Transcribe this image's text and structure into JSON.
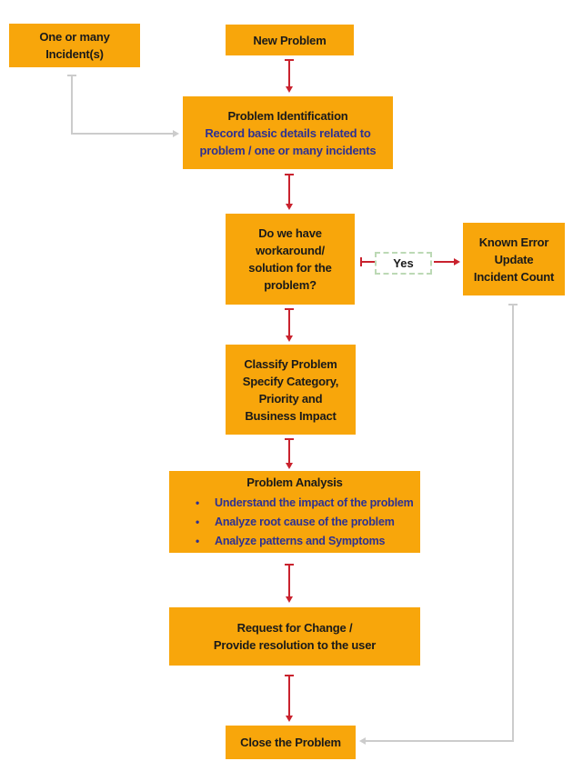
{
  "colors": {
    "box_fill_orange": "#F8A60B",
    "arrow_red": "#C9222E",
    "arrow_gray": "#CCCCCC",
    "text_black": "#1A1A1A",
    "text_blue": "#2E3192",
    "yes_border_green": "#BCD9B5"
  },
  "boxes": {
    "incidents": {
      "lines": [
        "One or many",
        "Incident(s)"
      ]
    },
    "new_problem": {
      "label": "New Problem"
    },
    "identification": {
      "title": "Problem Identification",
      "lines": [
        "Record basic details related to",
        "problem / one or many incidents"
      ]
    },
    "workaround": {
      "lines": [
        "Do we have",
        "workaround/",
        "solution for the",
        "problem?"
      ]
    },
    "yes": {
      "label": "Yes"
    },
    "known_error": {
      "lines": [
        "Known Error",
        "Update",
        "Incident Count"
      ]
    },
    "classify": {
      "lines": [
        "Classify Problem",
        "Specify Category,",
        "Priority and",
        "Business Impact"
      ]
    },
    "analysis": {
      "title": "Problem Analysis",
      "bullet_glyph": "•",
      "bullets": [
        "Understand the impact of the problem",
        "Analyze root cause of the problem",
        "Analyze patterns and Symptoms"
      ]
    },
    "request": {
      "lines": [
        "Request for Change /",
        "Provide resolution to the user"
      ]
    },
    "close": {
      "label": "Close the Problem"
    }
  }
}
